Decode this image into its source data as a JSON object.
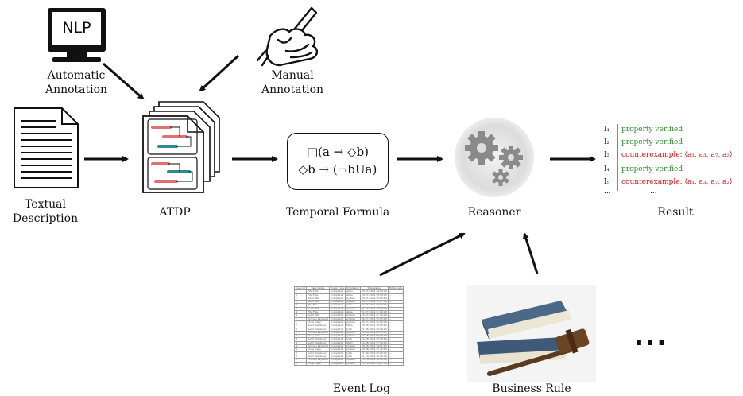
{
  "labels": {
    "automatic_annotation": "Automatic Annotation",
    "manual_annotation": "Manual Annotation",
    "textual_description": "Textual Description",
    "atdp": "ATDP",
    "temporal_formula": "Temporal Formula",
    "reasoner": "Reasoner",
    "result": "Result",
    "event_log": "Event Log",
    "business_rule": "Business Rule",
    "nlp_screen": "NLP",
    "more": "..."
  },
  "formula": {
    "line1": "□(a → ◇b)",
    "line2": "◇b → (¬bUa)"
  },
  "results": [
    {
      "id": "I₁",
      "text": "property verified",
      "status": "verified"
    },
    {
      "id": "I₂",
      "text": "property verified",
      "status": "verified"
    },
    {
      "id": "I₃",
      "text": "counterexample: ⟨a₁, a₃, a₇, a₂⟩",
      "status": "counterexample"
    },
    {
      "id": "I₄",
      "text": "property verified",
      "status": "verified"
    },
    {
      "id": "I₅",
      "text": "counterexample: ⟨a₁, a₃, a₇, a₂⟩",
      "status": "counterexample"
    },
    {
      "id": "...",
      "text": "...",
      "status": "more"
    }
  ],
  "colors": {
    "verified": "#2e8b2e",
    "counterexample": "#c0201f",
    "atdp_red": "#e07070",
    "atdp_teal": "#2e8b8b",
    "gear_gray": "#8a8a8a",
    "book_blue": "#3e5a78"
  },
  "event_log": {
    "headers": [
      "Case ID",
      "Task Name",
      "Event Type",
      "Originator",
      "Timestamp",
      "Extra Data"
    ],
    "rows": [
      [
        "1",
        "File Fine",
        "Completed",
        "Anne",
        "20-07-2004 14:00:00",
        "..."
      ],
      [
        "2",
        "File Fine",
        "Completed",
        "Anne",
        "20-07-2004 15:00:00",
        "..."
      ],
      [
        "1",
        "Send Bill",
        "Completed",
        "system",
        "20-07-2004 15:05:00",
        "..."
      ],
      [
        "2",
        "Send Bill",
        "Completed",
        "system",
        "20-07-2004 15:07:00",
        "..."
      ],
      [
        "3",
        "File Fine",
        "Completed",
        "Anne",
        "21-07-2004 10:00:00",
        "..."
      ],
      [
        "3",
        "Send Bill",
        "Completed",
        "system",
        "21-07-2004 14:00:00",
        "..."
      ],
      [
        "4",
        "File Fine",
        "Completed",
        "Anne",
        "22-07-2004 11:00:00",
        "..."
      ],
      [
        "4",
        "Send Bill",
        "Completed",
        "system",
        "22-07-2004 11:10:00",
        "..."
      ],
      [
        "1",
        "Process Payment",
        "Completed",
        "system",
        "24-07-2004 15:05:00",
        "..."
      ],
      [
        "1",
        "Close Case",
        "Completed",
        "system",
        "24-07-2004 15:06:00",
        "..."
      ],
      [
        "2",
        "Send Reminder",
        "Completed",
        "Mary",
        "20-08-2004 10:00:00",
        "..."
      ],
      [
        "3",
        "Send Reminder",
        "Completed",
        "John",
        "21-08-2004 10:00:00",
        "..."
      ],
      [
        "2",
        "Process Payment",
        "Completed",
        "system",
        "22-08-2004 09:05:00",
        "..."
      ],
      [
        "2",
        "Close case",
        "Completed",
        "system",
        "22-08-2004 09:06:00",
        "..."
      ],
      [
        "4",
        "Send Reminder",
        "Completed",
        "John",
        "22-08-2004 15:10:00",
        "..."
      ],
      [
        "4",
        "Send Reminder",
        "Completed",
        "Mary",
        "22-08-2004 17:10:00",
        "..."
      ],
      [
        "4",
        "Process Payment",
        "Completed",
        "system",
        "29-08-2004 14:01:00",
        "..."
      ],
      [
        "4",
        "Close Case",
        "Completed",
        "system",
        "29-08-2004 17:30:00",
        "..."
      ],
      [
        "3",
        "Send Reminder",
        "Completed",
        "John",
        "21-09-2004 10:00:00",
        "..."
      ],
      [
        "3",
        "Send Reminder",
        "Completed",
        "John",
        "21-10-2004 10:00:00",
        "..."
      ],
      [
        "3",
        "Process Payment",
        "Completed",
        "system",
        "25-10-2004 14:00:00",
        "..."
      ],
      [
        "3",
        "Close Case",
        "Completed",
        "system",
        "25-10-2004 14:01:00",
        "..."
      ]
    ]
  }
}
